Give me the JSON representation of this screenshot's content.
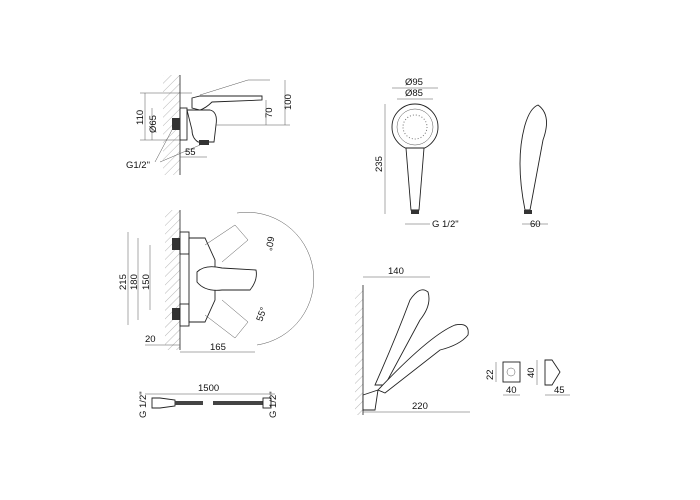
{
  "side_view": {
    "height_total": "110",
    "flange_diameter": "Ø65",
    "spout_height": "70",
    "lever_height": "100",
    "depth": "55",
    "thread": "G1/2\""
  },
  "front_view": {
    "height_215": "215",
    "height_180": "180",
    "centers": "150",
    "wall_offset": "20",
    "length": "165",
    "angle_up": "60°",
    "angle_down": "55°"
  },
  "hose": {
    "length": "1500",
    "thread_left": "G 1/2\"",
    "thread_right": "G 1/2\""
  },
  "hand_shower": {
    "outer_diameter": "Ø95",
    "inner_diameter": "Ø85",
    "length": "235",
    "thread": "G 1/2\"",
    "depth": "60"
  },
  "holder_assembly": {
    "projection": "140",
    "reach": "220"
  },
  "holder": {
    "height": "22",
    "width": "40",
    "side_height": "40",
    "side_depth": "45"
  }
}
